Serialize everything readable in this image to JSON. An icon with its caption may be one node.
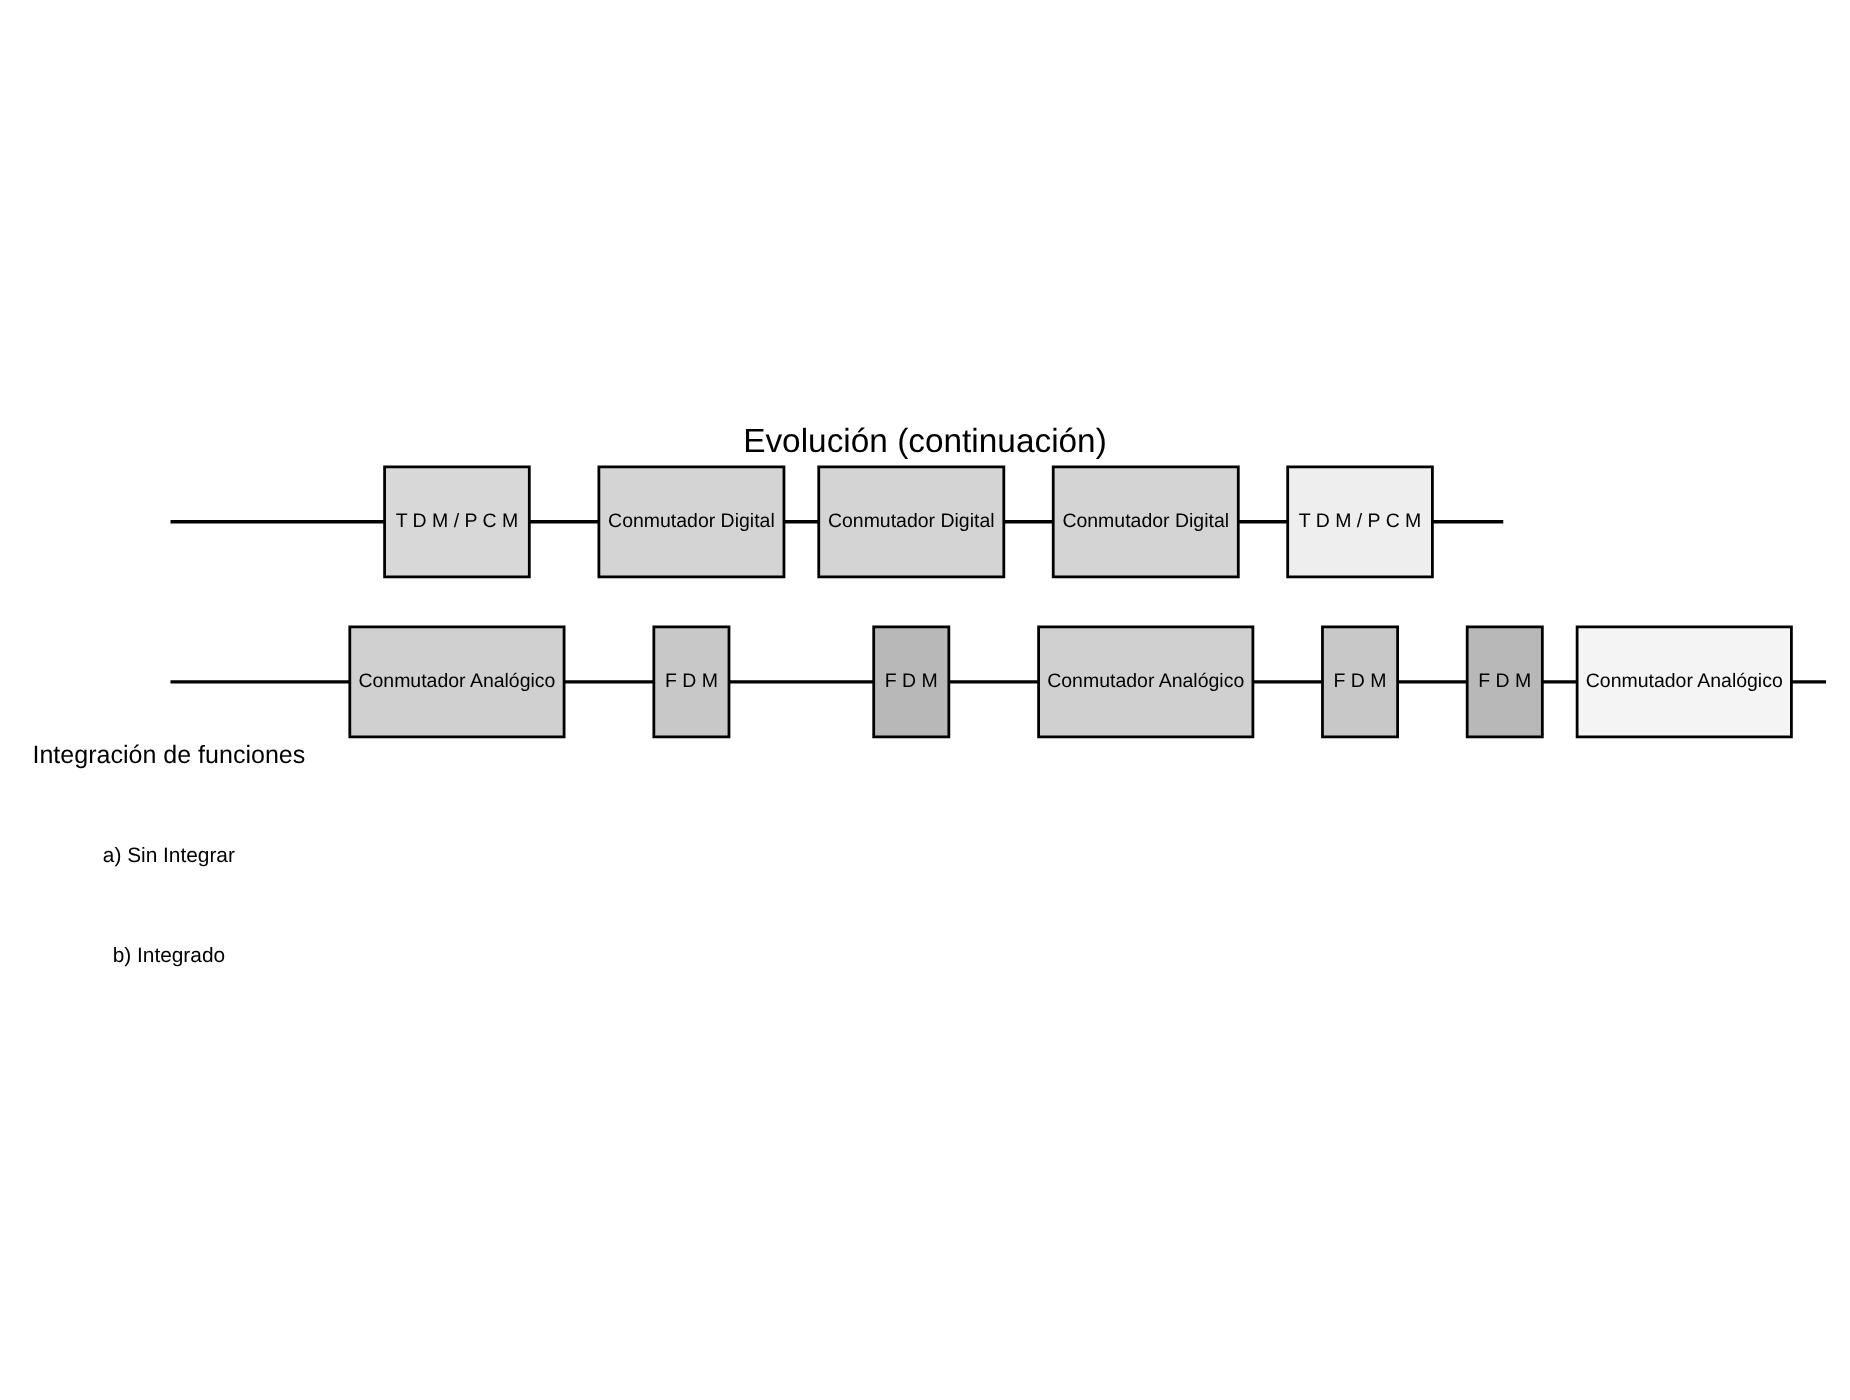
{
  "diagram": {
    "title": "Evolución (continuación)",
    "nodes": [
      {
        "text": [
          "Conmutador Analógico"
        ]
      },
      {
        "text": [
          "F D M"
        ]
      },
      {
        "text": [
          "F D M"
        ]
      },
      {
        "text": [
          "Conmutador Analógico"
        ]
      },
      {
        "text": [
          "F D M"
        ]
      },
      {
        "text": [
          "F D M"
        ]
      },
      {
        "text": [
          "Conmutador Analógico"
        ]
      },
      {
        "text": [
          "T D M / P C M"
        ]
      },
      {
        "text": [
          "Conmutador Digital"
        ]
      },
      {
        "text": [
          "Conmutador Digital"
        ]
      },
      {
        "text": [
          "Conmutador Digital"
        ]
      },
      {
        "text": [
          "T D M / P C M"
        ]
      }
    ],
    "edges": [
      {
        "from": null,
        "to": 0,
        "arrow": "none"
      },
      {
        "from": 0,
        "to": 1,
        "arrow": "none"
      },
      {
        "from": 1,
        "to": 2,
        "arrow": "none"
      },
      {
        "from": 2,
        "to": 3,
        "arrow": "none"
      },
      {
        "from": 3,
        "to": 4,
        "arrow": "none"
      },
      {
        "from": 4,
        "to": 5,
        "arrow": "none"
      },
      {
        "from": 5,
        "to": 6,
        "arrow": "none"
      },
      {
        "from": 6,
        "to": null,
        "arrow": "none"
      },
      {
        "from": null,
        "to": 7,
        "arrow": "none"
      },
      {
        "from": 7,
        "to": 8,
        "arrow": "none"
      },
      {
        "from": 8,
        "to": 9,
        "arrow": "none"
      },
      {
        "from": 9,
        "to": 10,
        "arrow": "none"
      },
      {
        "from": 10,
        "to": 11,
        "arrow": "none"
      },
      {
        "from": 11,
        "to": null,
        "arrow": "none"
      }
    ],
    "labels": [
      "Integración de funciones",
      "a) Sin Integrar",
      "b) Integrado"
    ]
  }
}
